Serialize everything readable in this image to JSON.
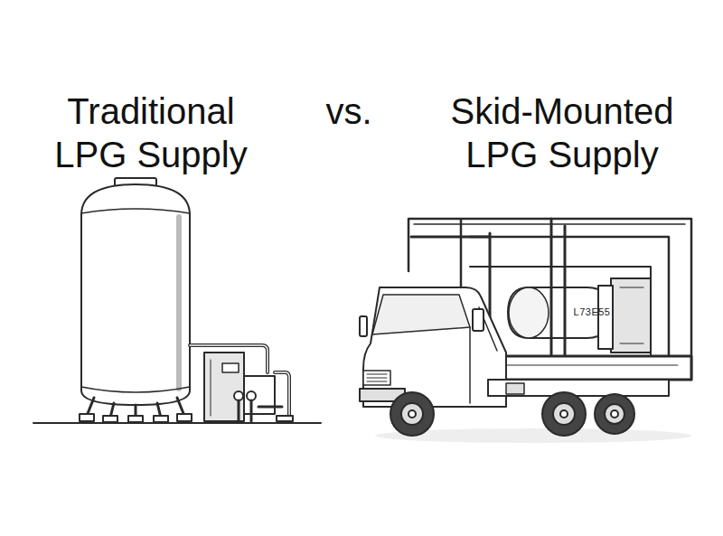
{
  "diagram": {
    "labels": [
      "Traditional LPG Supply",
      "vs.",
      "Skid-Mounted LPG Supply",
      "L73E55"
    ]
  }
}
